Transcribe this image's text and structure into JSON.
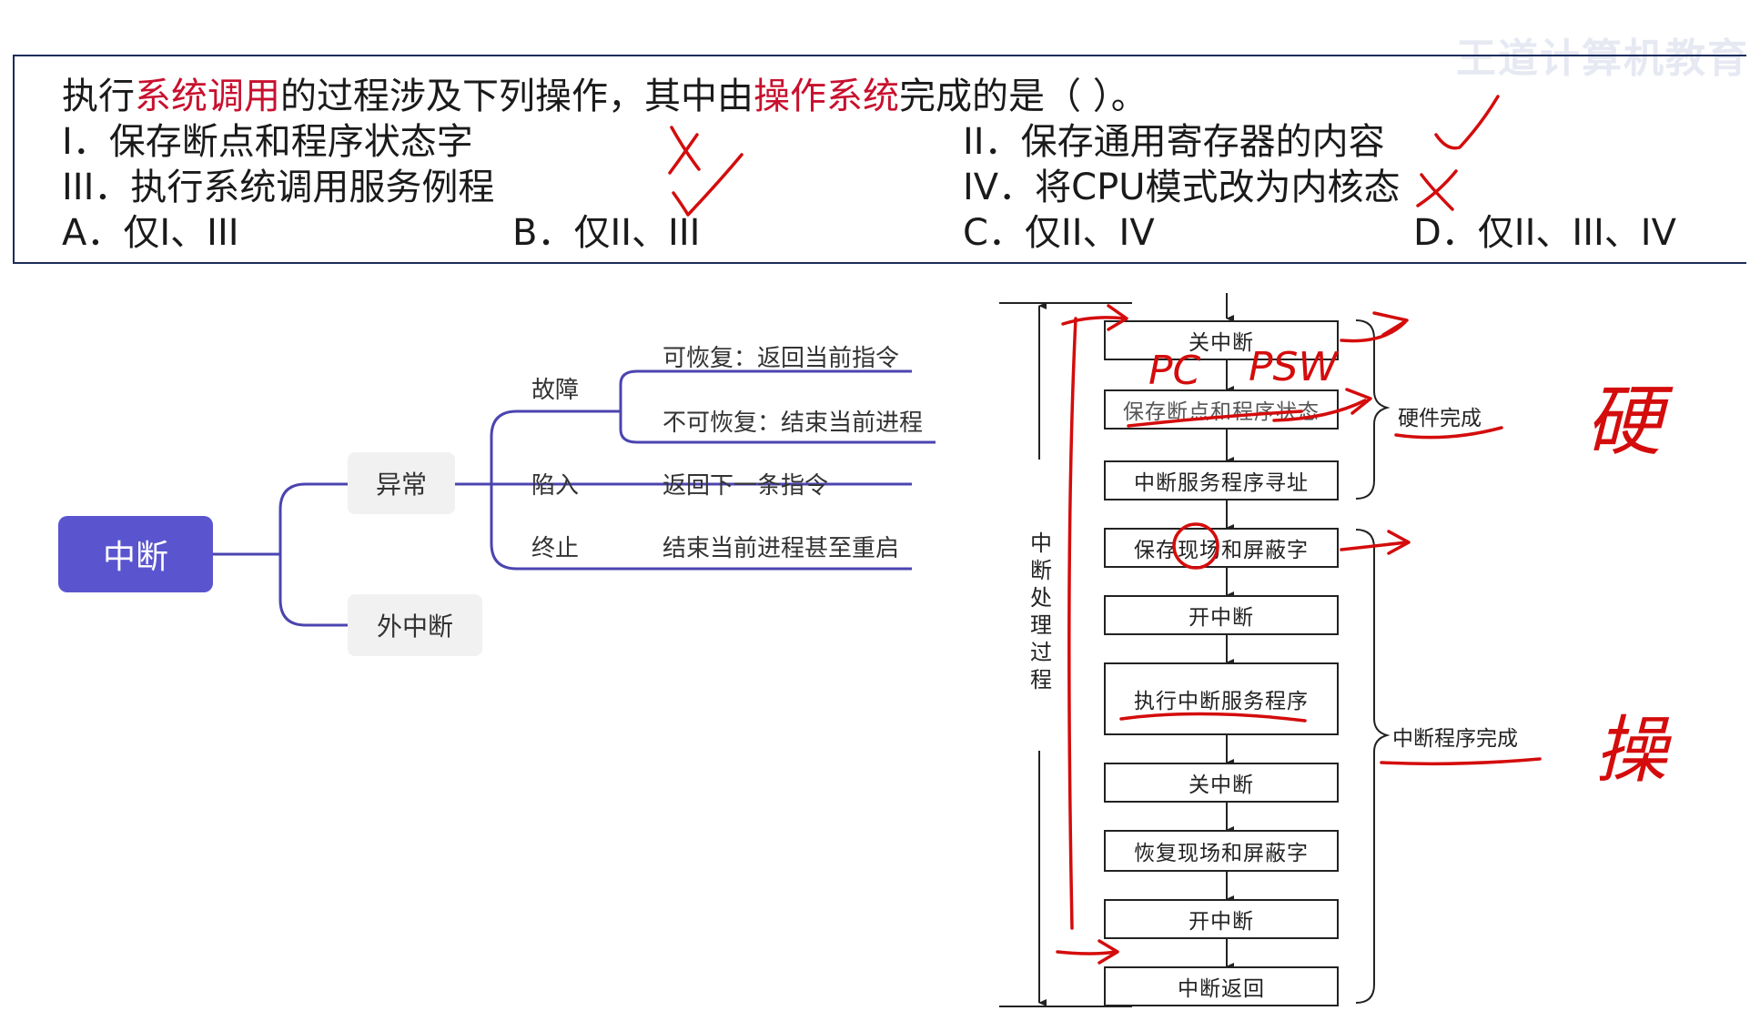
{
  "watermark": "王道计算机教育",
  "question": {
    "stem_parts": [
      "执行",
      "系统调用",
      "的过程涉及下列操作，其中由",
      "操作系统",
      "完成的是（  ）。"
    ],
    "items": [
      "I．保存断点和程序状态字",
      "II．保存通用寄存器的内容",
      "III．执行系统调用服务例程",
      "IV．将CPU模式改为内核态"
    ],
    "options": [
      "A．仅I、III",
      "B．仅II、III",
      "C．仅II、IV",
      "D．仅II、III、IV"
    ]
  },
  "mindmap": {
    "root": "中断",
    "branches": [
      "异常",
      "外中断"
    ],
    "exception_types": [
      "故障",
      "陷入",
      "终止"
    ],
    "fault_cases": [
      "可恢复：返回当前指令",
      "不可恢复：结束当前进程"
    ],
    "trap_desc": "返回下一条指令",
    "abort_desc": "结束当前进程甚至重启",
    "colors": {
      "root": "#5a55cf",
      "line": "#4b44b0",
      "node_bg": "#f1f1f1"
    }
  },
  "flowchart": {
    "steps": [
      "关中断",
      "保存断点和程序状态",
      "中断服务程序寻址",
      "保存现场和屏蔽字",
      "开中断",
      "执行中断服务程序",
      "关中断",
      "恢复现场和屏蔽字",
      "开中断",
      "中断返回"
    ],
    "vertical_label": "中断处理过程",
    "brace_labels": [
      "硬件完成",
      "中断程序完成"
    ]
  },
  "annotations": {
    "handwritten": [
      "PC",
      "PSW",
      "硬",
      "操"
    ],
    "color": "#d40c0c"
  }
}
